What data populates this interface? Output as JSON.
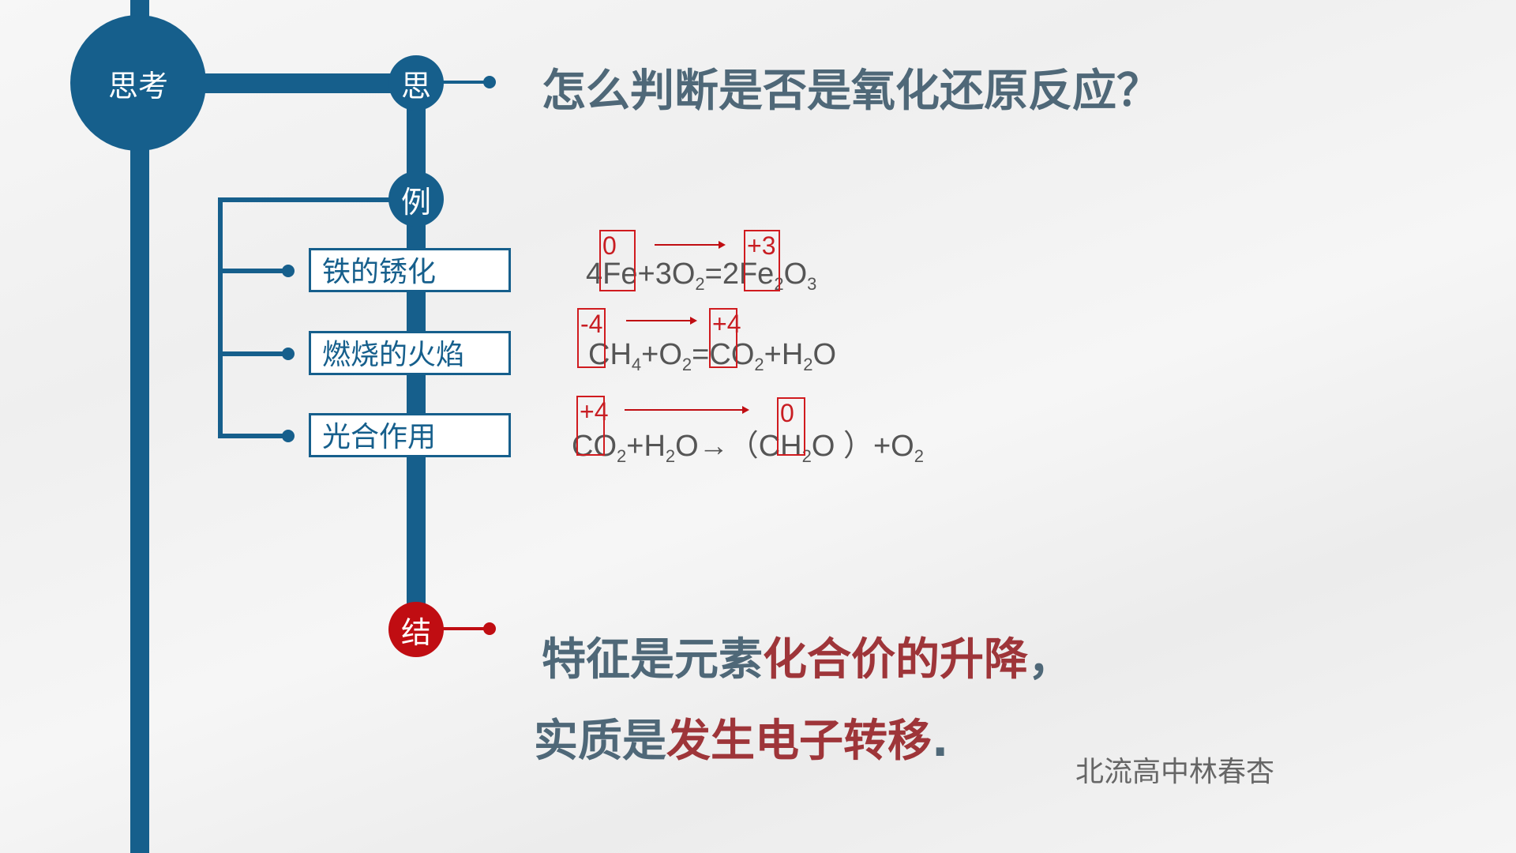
{
  "timeline": {
    "main_node_label": "思考",
    "think_node_label": "思",
    "example_node_label": "例",
    "conclusion_node_label": "结"
  },
  "question": "怎么判断是否是氧化还原反应？",
  "examples": [
    {
      "label": "铁的锈化"
    },
    {
      "label": "燃烧的火焰"
    },
    {
      "label": "光合作用"
    }
  ],
  "equations": [
    {
      "text": [
        "4",
        "Fe",
        "+3O",
        "2",
        "=2",
        "Fe",
        "2",
        "O",
        "3"
      ],
      "ox_before": "0",
      "ox_after": "+3"
    },
    {
      "text": [
        "C",
        "H",
        "4",
        "+O",
        "2",
        "=",
        "C",
        "O",
        "2",
        "+H",
        "2",
        "O"
      ],
      "ox_before": "-4",
      "ox_after": "+4"
    },
    {
      "text": [
        "C",
        "O",
        "2",
        "+H",
        "2",
        "O→（",
        "C",
        "H",
        "2",
        "O ）+O",
        "2"
      ],
      "ox_before": "+4",
      "ox_after": "0"
    }
  ],
  "conclusion": {
    "line1_plain": "特征是元素",
    "line1_highlight": "化合价的升降",
    "line1_punct": "，",
    "line2_plain": "实质是",
    "line2_highlight": "发生电子转移",
    "line2_punct": "."
  },
  "author": "北流高中林春杏",
  "colors": {
    "primary_blue": "#165f8c",
    "accent_red": "#c00d12",
    "heading_gray": "#4f6878",
    "highlight_red": "#9e3539"
  }
}
